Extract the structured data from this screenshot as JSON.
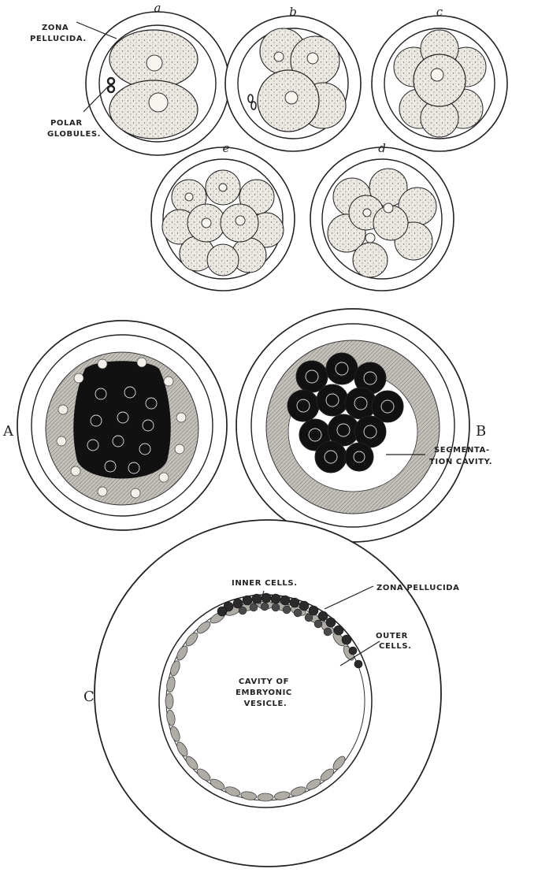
{
  "figure": {
    "panel_letters": {
      "a": "a",
      "b": "b",
      "c": "c",
      "d": "d",
      "e": "e",
      "A": "A",
      "B": "B",
      "C": "C"
    },
    "labels": {
      "zona_pellucida_top": [
        "ZONA",
        "PELLUCIDA."
      ],
      "polar_globules": [
        "POLAR",
        "GLOBULES."
      ],
      "segmentation_cavity": [
        "SEGMENTA-",
        "TION CAVITY."
      ],
      "zona_pellucida_bottom": "ZONA PELLUCIDA",
      "inner_cells": "INNER CELLS.",
      "outer_cells": [
        "OUTER",
        "CELLS."
      ],
      "cavity": [
        "CAVITY OF",
        "EMBRYONIC",
        "VESICLE."
      ]
    },
    "colors": {
      "ink": "#222222",
      "cell_fill": "#ece9e3",
      "stipple": "#6b6b6b",
      "dark_mass": "#111111",
      "outer_layer": "#b8b5af"
    }
  }
}
